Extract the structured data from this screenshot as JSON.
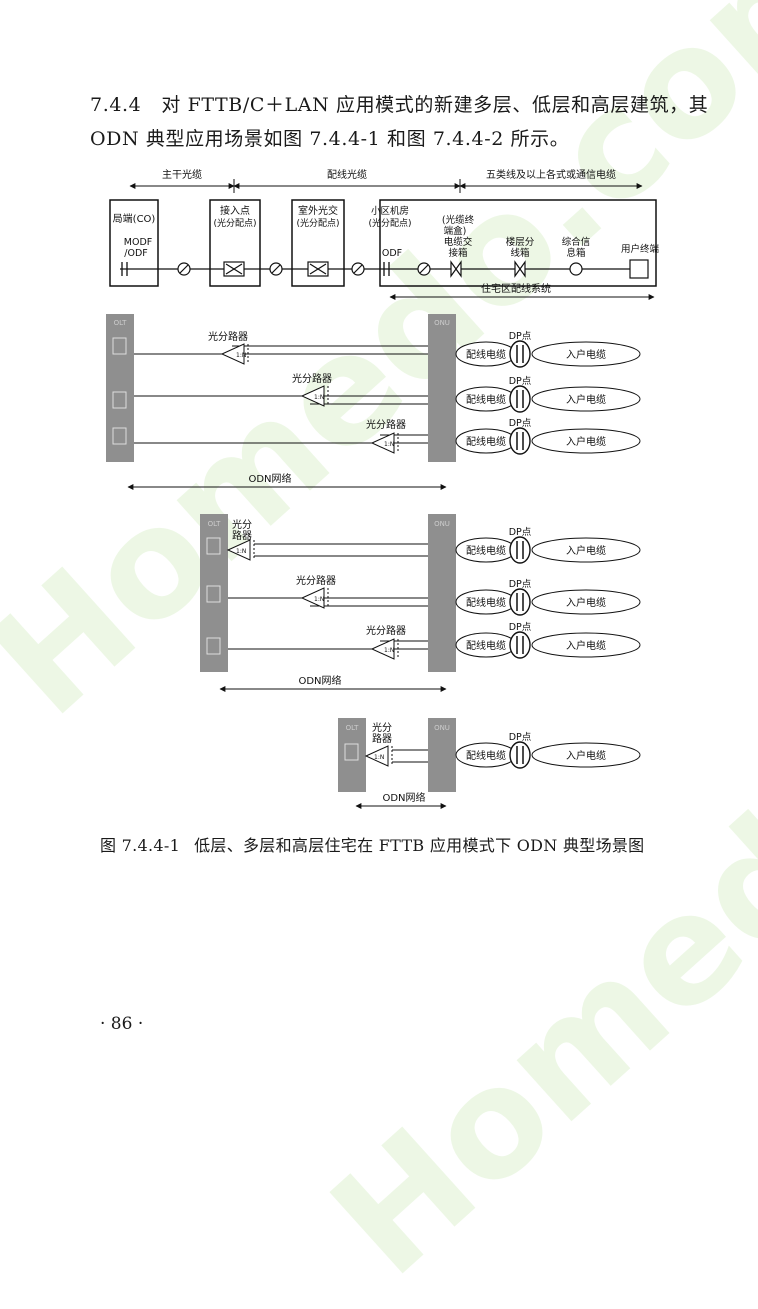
{
  "paragraph": {
    "number": "7.4.4",
    "text": "对 FTTB/C＋LAN 应用模式的新建多层、低层和高层建筑，其 ODN 典型应用场景如图 7.4.4-1 和图 7.4.4-2 所示。"
  },
  "top_diagram": {
    "spans": {
      "trunk": "主干光缆",
      "distribution": "配线光缆",
      "cat5": "五类线及以上各式或通信电缆"
    },
    "co": "局端(CO)",
    "modf": "MODF",
    "odf_slash": "/ODF",
    "access_point": "接入点",
    "access_point_sub": "(光分配点)",
    "outdoor_cabinet": "室外光交",
    "outdoor_cabinet_sub": "(光分配点)",
    "room": "小区机房",
    "room_sub": "(光分配点)",
    "odf": "ODF",
    "splice": "(光缆终",
    "splice2": "端盒)",
    "splice3": "电缆交",
    "splice4": "接箱",
    "floor_box": "楼层分",
    "floor_box2": "线箱",
    "info_box": "综合信",
    "info_box2": "息箱",
    "user_terminal": "用户终端",
    "residential_system": "住宅区配线系统"
  },
  "scenario": {
    "olt": "OLT",
    "onu": "ONU",
    "splitter": "光分路器",
    "splitter_a": "光分",
    "splitter_b": "路器",
    "ratio": "1:N",
    "dp": "DP点",
    "distribution_cable": "配线电缆",
    "drop_cable": "入户电缆",
    "odn": "ODN网络"
  },
  "caption": {
    "figure_number": "图 7.4.4-1",
    "text": "低层、多层和高层住宅在 FTTB 应用模式下 ODN 典型场景图"
  },
  "page_number": "· 86 ·",
  "watermark": "Homedo.com",
  "colors": {
    "ink": "#1a1a1a",
    "rack": "#8f8f8f",
    "watermark": "#bfe6a6"
  }
}
